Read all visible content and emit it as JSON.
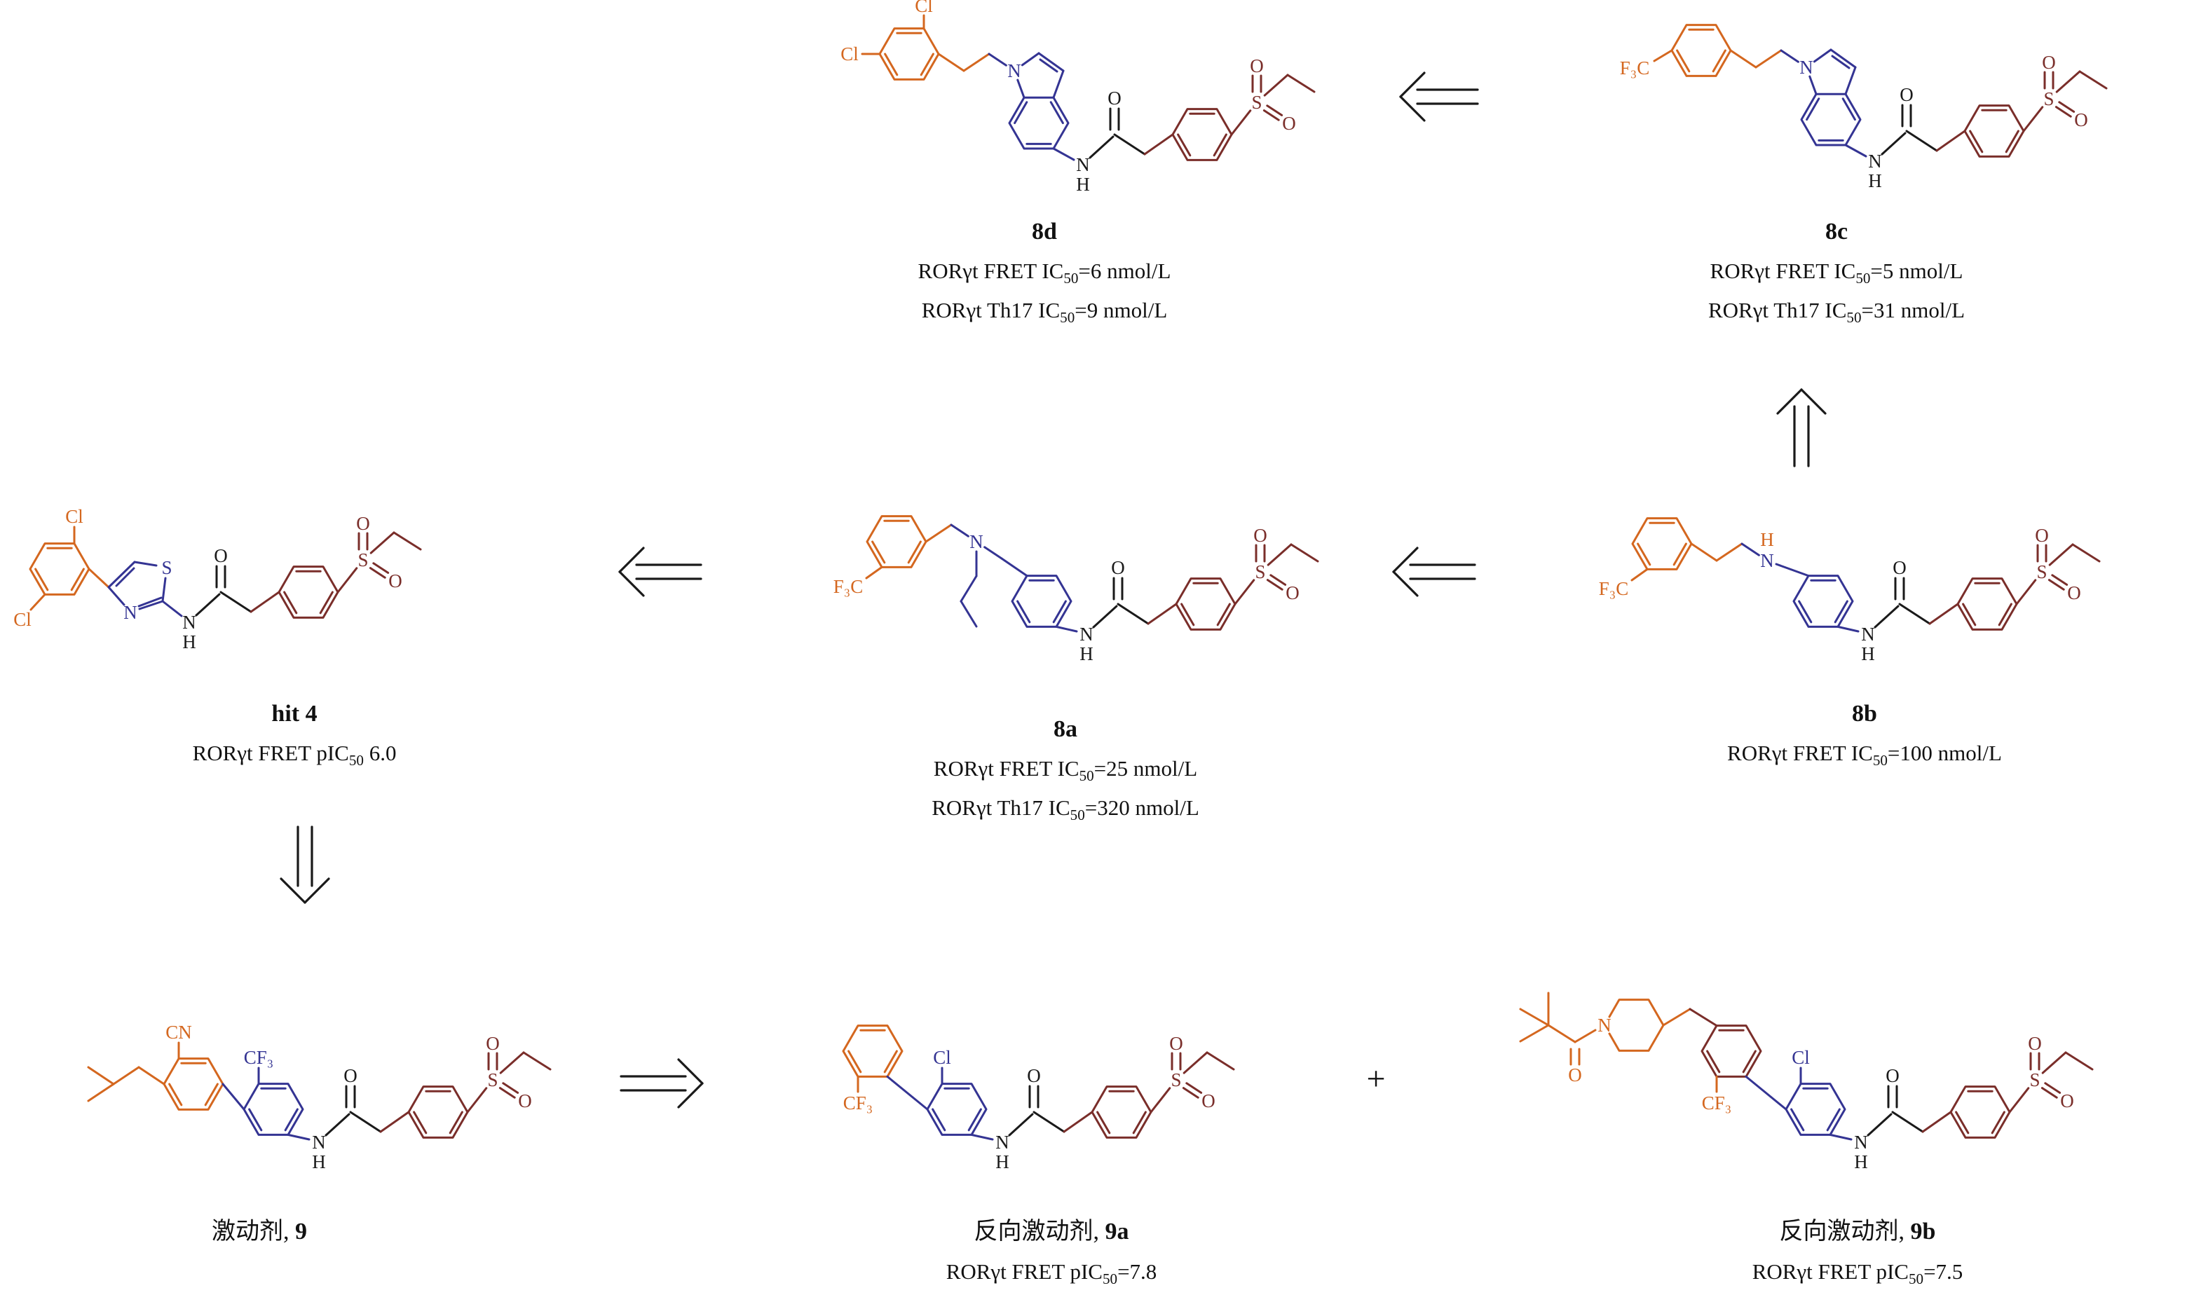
{
  "colors": {
    "orange": "#d4671f",
    "navy": "#343493",
    "maroon": "#7a2e2a",
    "black": "#1a1a1a"
  },
  "operators": {
    "plus": "+"
  },
  "compounds": {
    "hit4": {
      "name": "hit 4",
      "activity": [
        {
          "pre": "RORγt FRET pIC",
          "sub": "50",
          "post": " 6.0"
        }
      ]
    },
    "c8a": {
      "name": "8a",
      "activity": [
        {
          "pre": "RORγt FRET IC",
          "sub": "50",
          "post": "=25 nmol/L"
        },
        {
          "pre": "RORγt Th17 IC",
          "sub": "50",
          "post": "=320 nmol/L"
        }
      ]
    },
    "c8b": {
      "name": "8b",
      "activity": [
        {
          "pre": "RORγt FRET IC",
          "sub": "50",
          "post": "=100 nmol/L"
        }
      ]
    },
    "c8c": {
      "name": "8c",
      "activity": [
        {
          "pre": "RORγt FRET IC",
          "sub": "50",
          "post": "=5 nmol/L"
        },
        {
          "pre": "RORγt Th17 IC",
          "sub": "50",
          "post": "=31 nmol/L"
        }
      ]
    },
    "c8d": {
      "name": "8d",
      "activity": [
        {
          "pre": "RORγt FRET IC",
          "sub": "50",
          "post": "=6 nmol/L"
        },
        {
          "pre": "RORγt Th17 IC",
          "sub": "50",
          "post": "=9 nmol/L"
        }
      ]
    },
    "c9": {
      "name_prefix": "激动剂, ",
      "name_bold": "9"
    },
    "c9a": {
      "name_prefix": "反向激动剂, ",
      "name_bold": "9a",
      "activity": [
        {
          "pre": "RORγt FRET pIC",
          "sub": "50",
          "post": "=7.8"
        }
      ]
    },
    "c9b": {
      "name_prefix": "反向激动剂, ",
      "name_bold": "9b",
      "activity": [
        {
          "pre": "RORγt FRET pIC",
          "sub": "50",
          "post": "=7.5"
        }
      ]
    }
  },
  "atoms": {
    "shared": {
      "n": "N",
      "h": "H",
      "o": "O",
      "s": "S",
      "o1": "O",
      "o2": "O"
    },
    "hit4": {
      "cl1": "Cl",
      "cl2": "Cl",
      "s": "S",
      "n": "N"
    },
    "c8d": {
      "cl1": "Cl",
      "cl2": "Cl",
      "n": "N"
    },
    "c8c": {
      "f3c": "F₃C",
      "n": "N"
    },
    "c8a": {
      "f3c": "F₃C",
      "n": "N"
    },
    "c8b": {
      "f3c": "F₃C",
      "n": "N",
      "h": "H"
    },
    "c9": {
      "cn": "CN",
      "cf3": "CF₃"
    },
    "c9a": {
      "cl": "Cl",
      "cf3": "CF₃"
    },
    "c9b": {
      "cl": "Cl",
      "cf3": "CF₃",
      "n": "N",
      "o": "O"
    }
  }
}
